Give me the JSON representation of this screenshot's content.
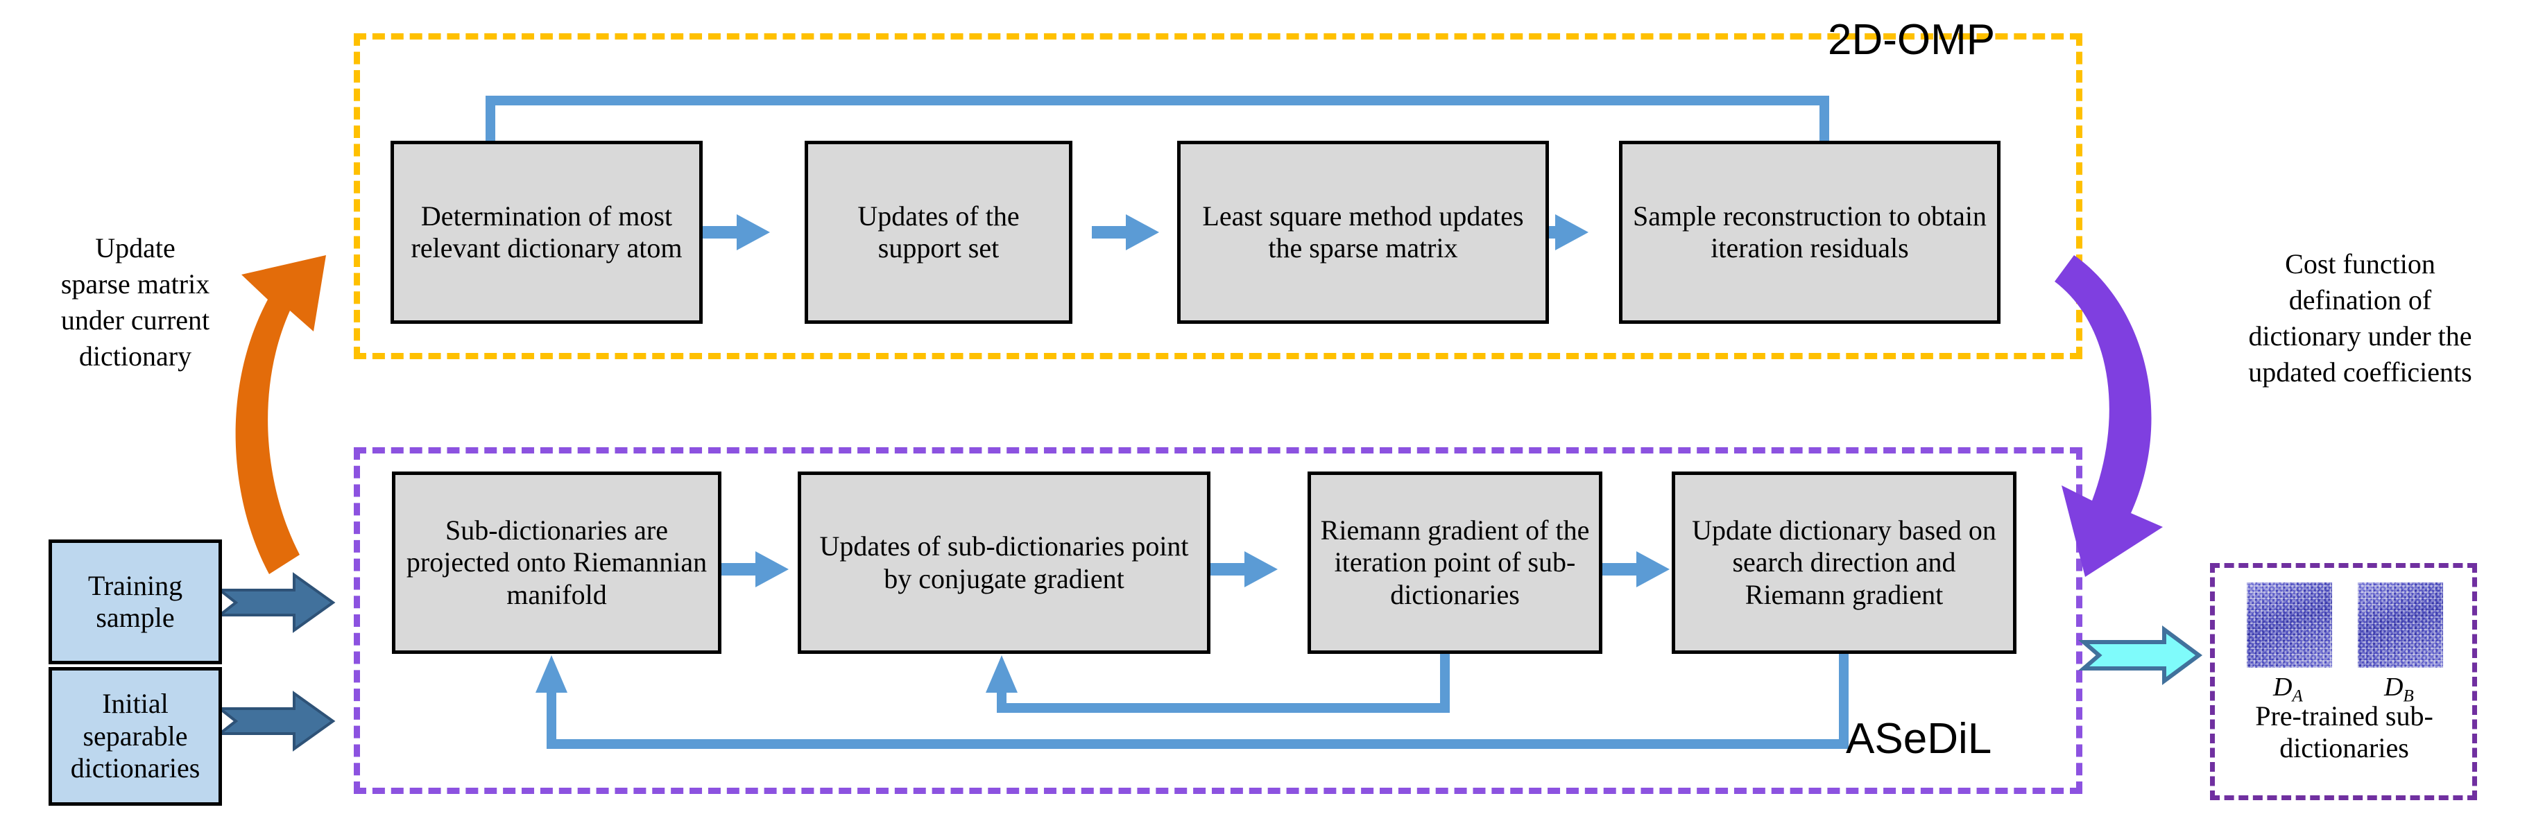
{
  "diagram": {
    "title_top": "2D-OMP",
    "title_bottom": "ASeDiL"
  },
  "omp_group": {
    "label": "2D-OMP",
    "border_color": "#ffc000",
    "steps": [
      {
        "id": "determination",
        "line1": "Determination of",
        "line2": "most relevant",
        "line3": "dictionary atom",
        "text": "Determination of most relevant dictionary atom"
      },
      {
        "id": "support-set",
        "line1": "Updates of the",
        "line2": "support set",
        "text": "Updates of the support set"
      },
      {
        "id": "least-square",
        "line1": "Least square method",
        "line2": "updates the sparse",
        "line3": "matrix",
        "text": "Least square method updates the sparse matrix"
      },
      {
        "id": "sample-reconstruction",
        "line1": "Sample",
        "line2": "reconstruction to",
        "line3": "obtain iteration",
        "line4": "residuals",
        "text": "Sample reconstruction to obtain iteration residuals"
      }
    ]
  },
  "asedil_group": {
    "label": "ASeDiL",
    "border_color": "#8c52e0",
    "steps": [
      {
        "id": "projection",
        "text": "Sub-dictionaries are projected onto Riemannian manifold"
      },
      {
        "id": "conjugate-gradient",
        "text": "Updates of sub-dictionaries point by conjugate gradient"
      },
      {
        "id": "riemann-gradient",
        "text": "Riemann gradient of the iteration point of sub-dictionaries"
      },
      {
        "id": "update-dictionary",
        "text": "Update dictionary based on search direction and Riemann gradient"
      }
    ]
  },
  "inputs": [
    {
      "id": "training-sample",
      "text": "Training sample",
      "fill": "#bdd7ee"
    },
    {
      "id": "initial-dictionaries",
      "text": "Initial separable dictionaries",
      "fill": "#bdd7ee"
    }
  ],
  "annotations": {
    "left": {
      "id": "update-sparse-matrix",
      "text": "Update sparse matrix under current dictionary",
      "arrow_color": "#e36c0a"
    },
    "right": {
      "id": "cost-function",
      "text": "Cost function defination of dictionary under the updated coefficients",
      "arrow_color": "#7f3fe0"
    }
  },
  "output": {
    "border_color": "#7030a0",
    "arrow_color": "#7ffbfb",
    "caption": "Pre-trained sub-dictionaries",
    "patches": [
      {
        "id": "patch-da",
        "label": "D",
        "sub": "A"
      },
      {
        "id": "patch-db",
        "label": "D",
        "sub": "B"
      }
    ]
  },
  "colors": {
    "box_fill": "#d9d9d9",
    "box_border": "#000000",
    "flow_arrow": "#5b9bd5",
    "input_fill": "#bdd7ee",
    "input_arrow": "#41719c",
    "omp_border": "#ffc000",
    "asedil_border": "#8c52e0",
    "output_border": "#7030a0",
    "output_arrow": "#7ffbfb",
    "left_curve_arrow": "#e36c0a",
    "right_curve_arrow": "#7f3fe0"
  }
}
